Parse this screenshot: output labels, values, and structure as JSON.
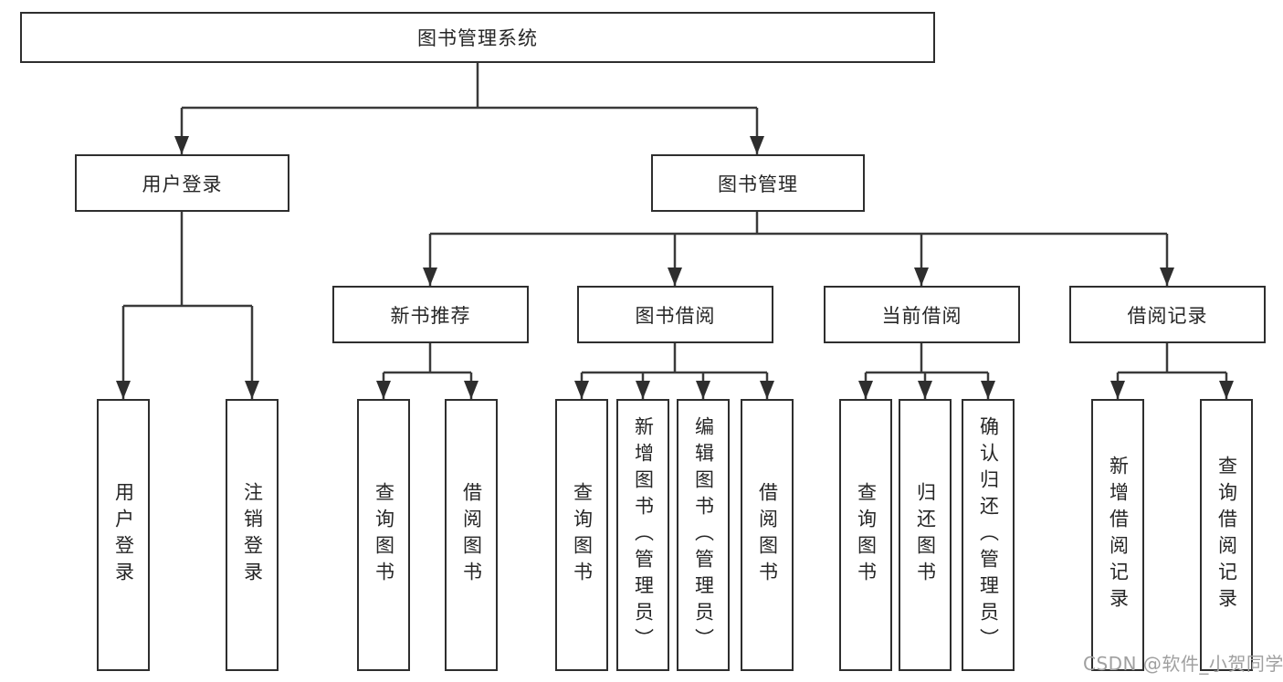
{
  "diagram": {
    "root_label": "图书管理系统",
    "branches": [
      {
        "label": "用户登录",
        "children": [
          {
            "label": "用户登录"
          },
          {
            "label": "注销登录"
          }
        ]
      },
      {
        "label": "图书管理",
        "sections": [
          {
            "label": "新书推荐",
            "children": [
              {
                "label": "查询图书"
              },
              {
                "label": "借阅图书"
              }
            ]
          },
          {
            "label": "图书借阅",
            "children": [
              {
                "label": "查询图书"
              },
              {
                "label": "新增图书（管理员）"
              },
              {
                "label": "编辑图书（管理员）"
              },
              {
                "label": "借阅图书"
              }
            ]
          },
          {
            "label": "当前借阅",
            "children": [
              {
                "label": "查询图书"
              },
              {
                "label": "归还图书"
              },
              {
                "label": "确认归还（管理员）"
              }
            ]
          },
          {
            "label": "借阅记录",
            "children": [
              {
                "label": "新增借阅记录"
              },
              {
                "label": "查询借阅记录"
              }
            ]
          }
        ]
      }
    ]
  },
  "watermark": {
    "text": "CSDN @软件_小贺同学"
  },
  "colors": {
    "line": "#3a3a3a",
    "box_border": "#2e2e2e",
    "text": "#262626",
    "watermark": "#a0a0a0",
    "background": "#ffffff"
  }
}
